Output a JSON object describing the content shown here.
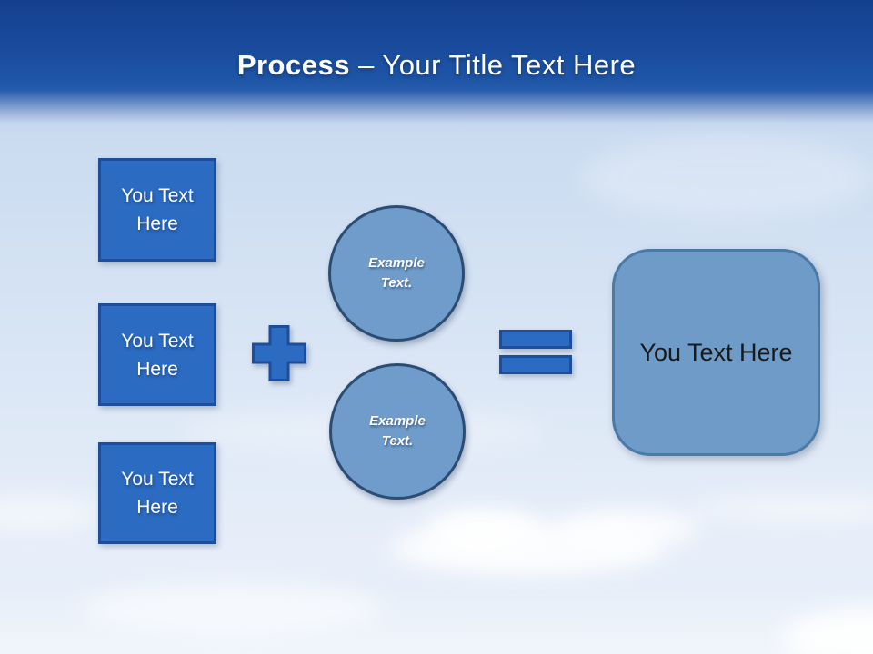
{
  "header": {
    "title_bold": "Process",
    "title_rest": " – Your Title Text Here"
  },
  "diagram": {
    "input_boxes": [
      {
        "label": "You Text Here"
      },
      {
        "label": "You Text Here"
      },
      {
        "label": "You Text Here"
      }
    ],
    "circles": [
      {
        "label": "Example Text."
      },
      {
        "label": "Example Text."
      }
    ],
    "operators": {
      "plus_icon": "plus",
      "equals_icon": "equals"
    },
    "result_box": {
      "label": "You Text Here"
    }
  },
  "colors": {
    "header_blue": "#1e55a6",
    "shape_blue_fill": "#2b6bc2",
    "shape_blue_border": "#1d4e9c",
    "circle_fill": "#6f9cca",
    "circle_border": "#2b4d74",
    "result_fill": "#6f9bc8",
    "result_border": "#4a7aa8",
    "title_text": "#ffffff",
    "result_text": "#1a1a1a",
    "sky_top": "#b9cfe9",
    "sky_bottom": "#e7eef9"
  }
}
